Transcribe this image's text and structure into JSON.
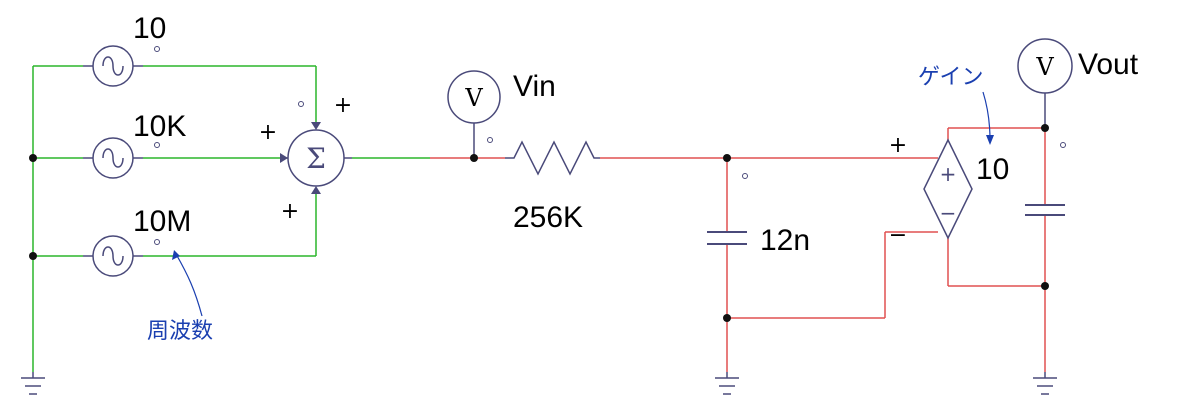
{
  "sources": {
    "source1": "10",
    "source2": "10K",
    "source3": "10M"
  },
  "annotations": {
    "frequency": "周波数",
    "gain": "ゲイン"
  },
  "summer": {
    "symbol": "Σ",
    "plus": "+"
  },
  "meters": {
    "symbol": "V",
    "vin": "Vin",
    "vout": "Vout"
  },
  "resistor": "256K",
  "capacitor": "12n",
  "amplifier": {
    "gain": "10",
    "plus_in": "+",
    "minus_in": "−",
    "plus_mark": "+",
    "minus_mark": "−"
  },
  "colors": {
    "wire_green": "#2bb52b",
    "wire_red": "#e05050",
    "component": "#4a4a7a",
    "annotation": "#1a3fb0"
  }
}
